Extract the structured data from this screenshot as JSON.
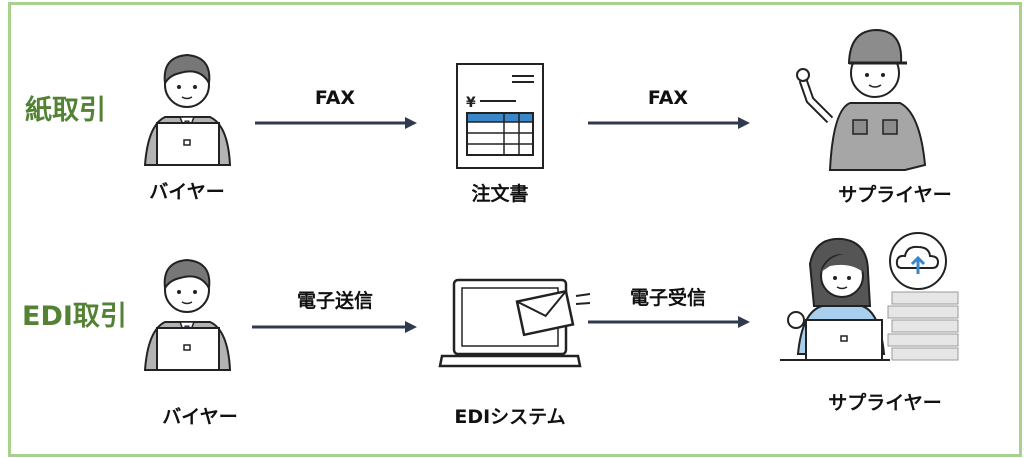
{
  "rows": [
    {
      "label": "紙取引",
      "buyer": "バイヤー",
      "arrow1": "FAX",
      "middle": "注文書",
      "arrow2": "FAX",
      "supplier": "サプライヤー"
    },
    {
      "label": "EDI取引",
      "buyer": "バイヤー",
      "arrow1": "電子送信",
      "middle": "EDIシステム",
      "arrow2": "電子受信",
      "supplier": "サプライヤー"
    }
  ],
  "colors": {
    "border": "#a9d18e",
    "row_label": "#548235",
    "arrow": "#2f3b4c",
    "accent_blue": "#3a86c8"
  }
}
